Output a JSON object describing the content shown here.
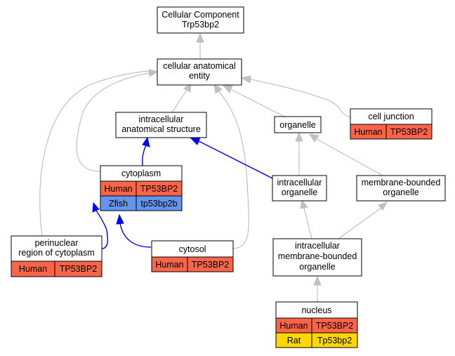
{
  "nodes": {
    "cellular_component": {
      "line1": "Cellular Component",
      "line2": "Trp53bp2"
    },
    "cellular_anatomical_entity": {
      "line1": "cellular anatomical",
      "line2": "entity"
    },
    "intracellular_anatomical_structure": {
      "line1": "intracellular",
      "line2": "anatomical structure"
    },
    "organelle": {
      "line1": "organelle"
    },
    "cell_junction": {
      "title": "cell junction",
      "species": "Human",
      "gene": "TP53BP2"
    },
    "cytoplasm": {
      "title": "cytoplasm",
      "rows": [
        {
          "species": "Human",
          "gene": "TP53BP2"
        },
        {
          "species": "Zfish",
          "gene": "tp53bp2b"
        }
      ]
    },
    "intracellular_organelle": {
      "line1": "intracellular",
      "line2": "organelle"
    },
    "membrane_bounded_organelle": {
      "line1": "membrane-bounded",
      "line2": "organelle"
    },
    "perinuclear": {
      "line1": "perinuclear",
      "line2": "region of cytoplasm",
      "species": "Human",
      "gene": "TP53BP2"
    },
    "cytosol": {
      "title": "cytosol",
      "species": "Human",
      "gene": "TP53BP2"
    },
    "intracellular_mbo": {
      "line1": "intracellular",
      "line2": "membrane-bounded",
      "line3": "organelle"
    },
    "nucleus": {
      "title": "nucleus",
      "rows": [
        {
          "species": "Human",
          "gene": "TP53BP2"
        },
        {
          "species": "Rat",
          "gene": "Tp53bp2"
        }
      ]
    }
  },
  "colors": {
    "human": "#fa6448",
    "zfish": "#6495ed",
    "rat": "#ffd700",
    "edge_is_a": "#c0c0c0",
    "edge_part_of": "#0000ff"
  }
}
